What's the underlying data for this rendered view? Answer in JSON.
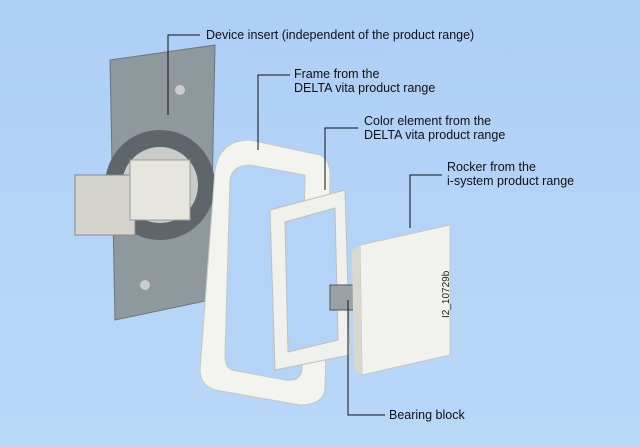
{
  "labels": {
    "device_insert": "Device insert (independent of the product range)",
    "frame_line1": "Frame from the",
    "frame_line2": "DELTA vita product range",
    "color_line1": "Color element from the",
    "color_line2": "DELTA vita product range",
    "rocker_line1": "Rocker from the",
    "rocker_line2": "i-system product range",
    "bearing_block": "Bearing block"
  },
  "reference_code": "I2_10729b",
  "colors": {
    "background": "#b3d3f7",
    "metal": "#8e979c",
    "white_part": "#f2f2ee",
    "leader": "#111111"
  }
}
